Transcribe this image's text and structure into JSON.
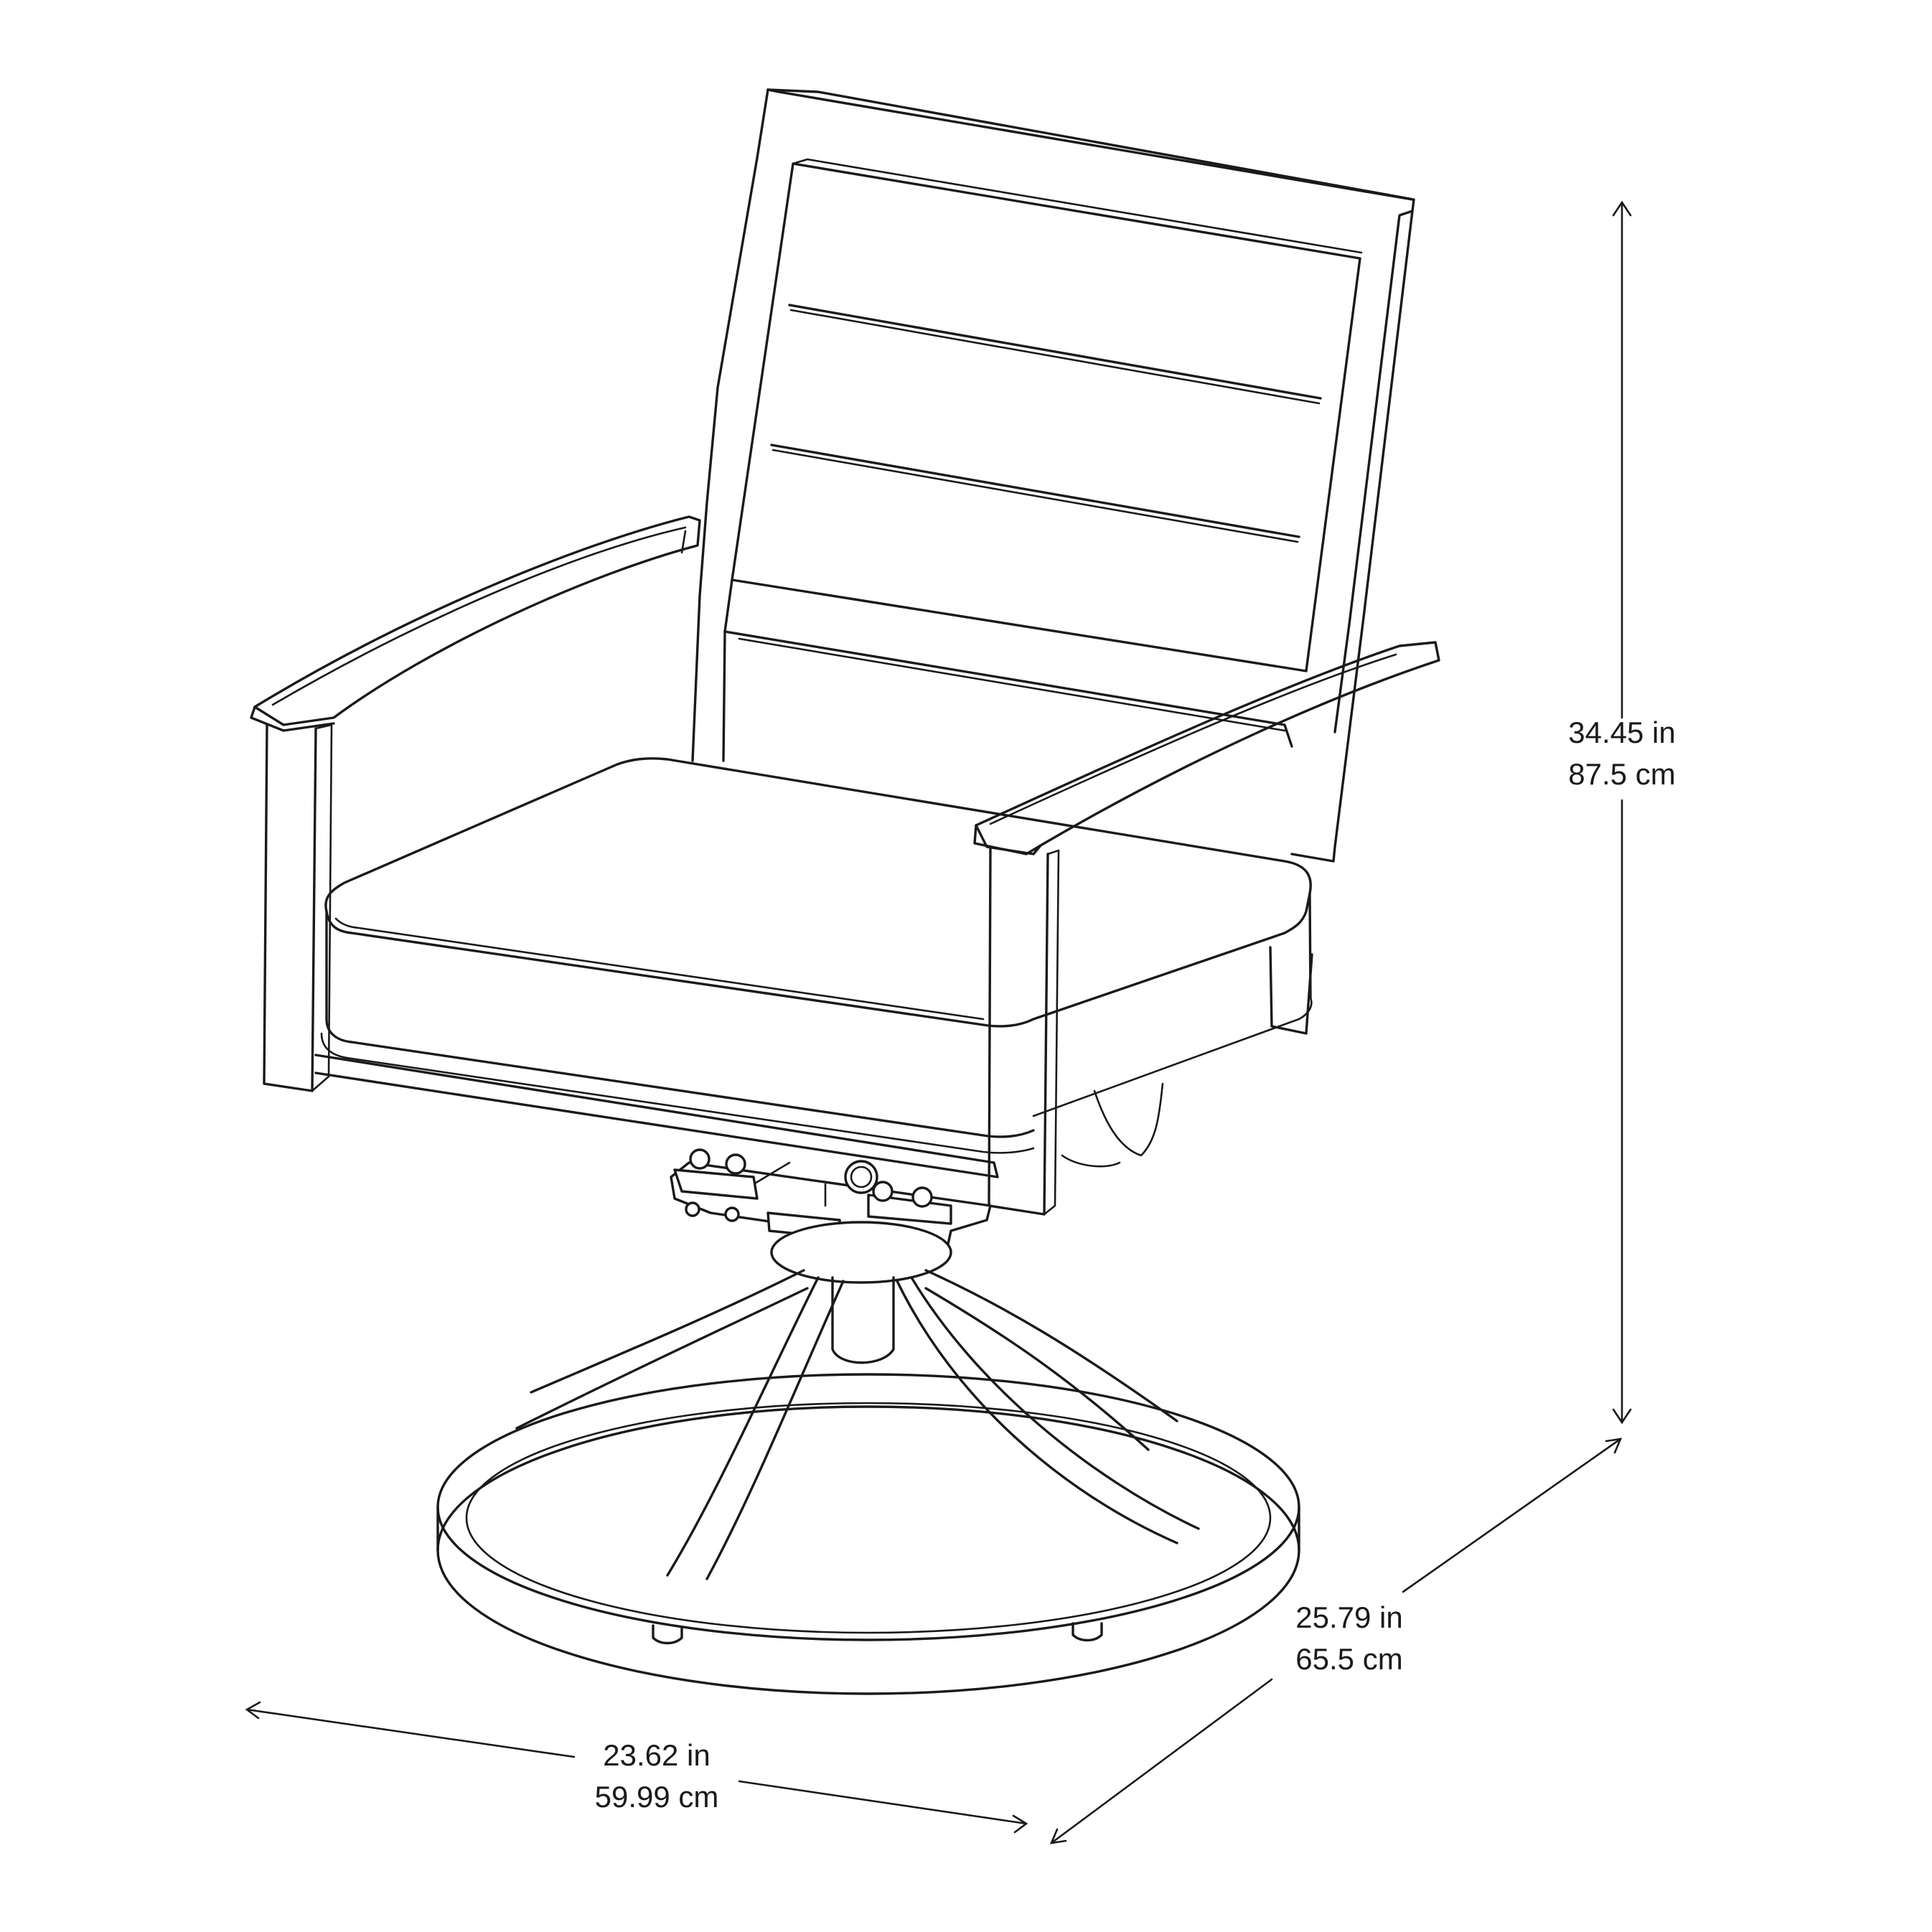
{
  "dimensions": {
    "height": {
      "imperial": "34.45 in",
      "metric": "87.5 cm"
    },
    "depth": {
      "imperial": "25.79 in",
      "metric": "65.5 cm"
    },
    "width": {
      "imperial": "23.62 in",
      "metric": "59.99 cm"
    }
  },
  "colors": {
    "line": "#1a1a1a",
    "background": "#ffffff"
  }
}
